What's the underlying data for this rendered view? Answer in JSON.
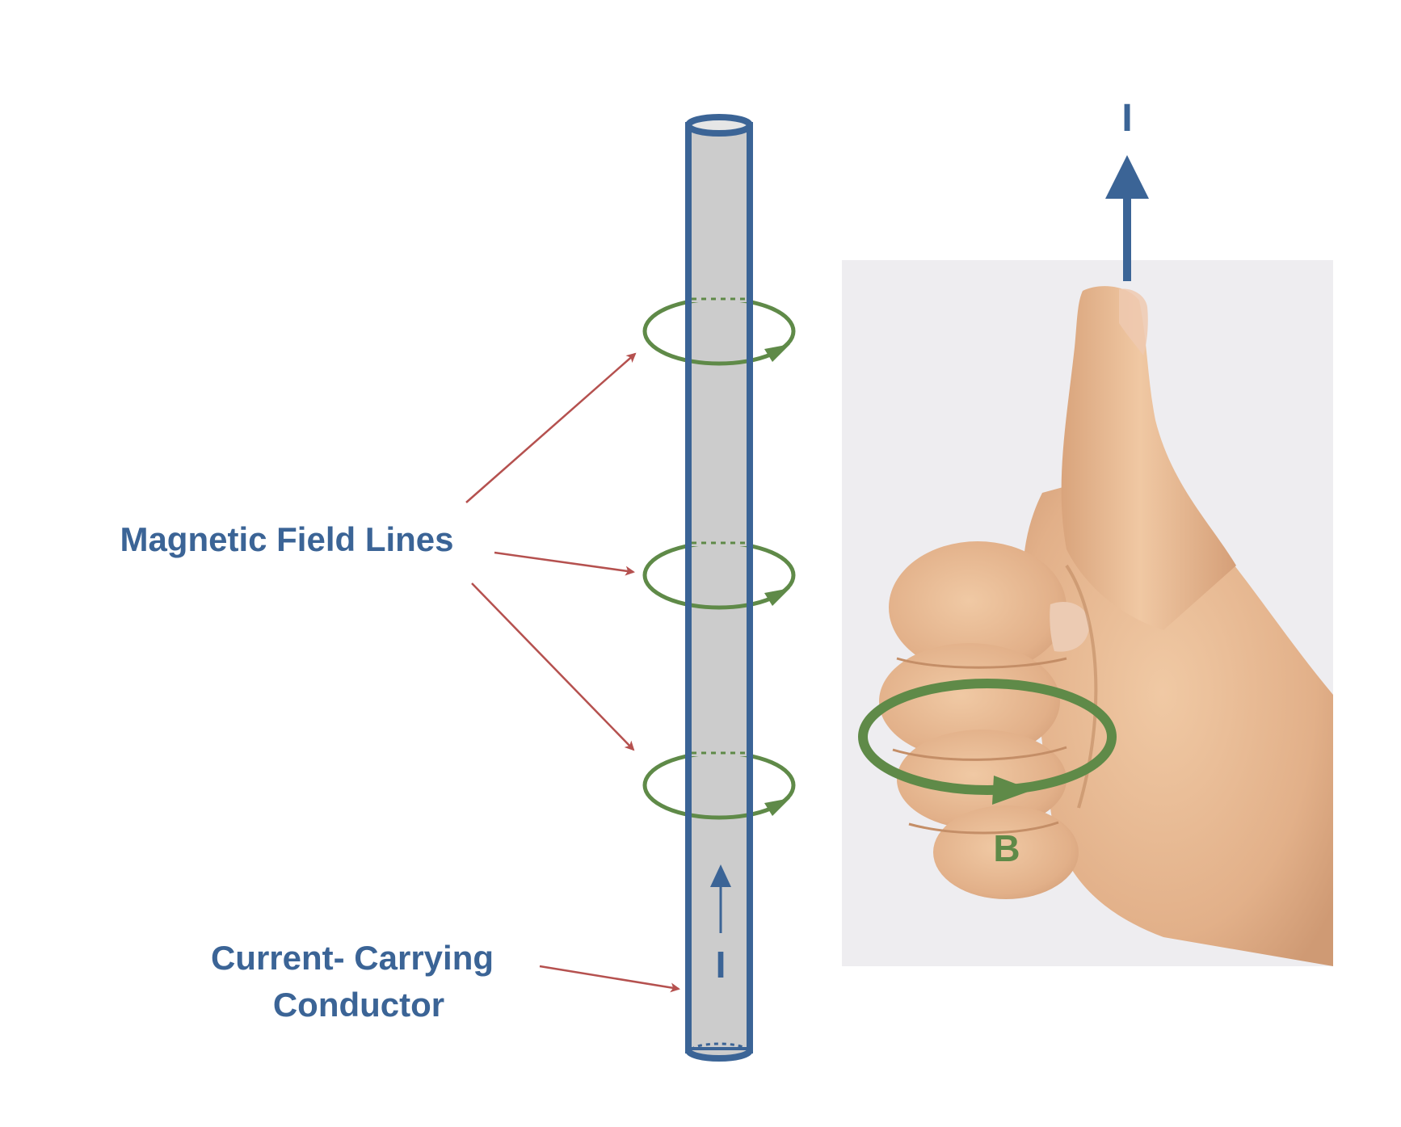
{
  "labels": {
    "field_lines": "Magnetic Field Lines",
    "conductor_line1": "Current- Carrying",
    "conductor_line2": "Conductor",
    "current_symbol": "I",
    "thumb_current_symbol": "I",
    "field_symbol": "B"
  },
  "colors": {
    "conductor_outline": "#3b6496",
    "conductor_fill": "#cccccc",
    "field_line": "#5f8a48",
    "pointer_arrow": "#b5514f",
    "label_text": "#3b6496",
    "photo_background": "#eeedf0",
    "skin": "#e4b68f"
  },
  "icons": {
    "hand": "thumbs-up-hand",
    "current_arrow": "arrow-up-icon"
  }
}
